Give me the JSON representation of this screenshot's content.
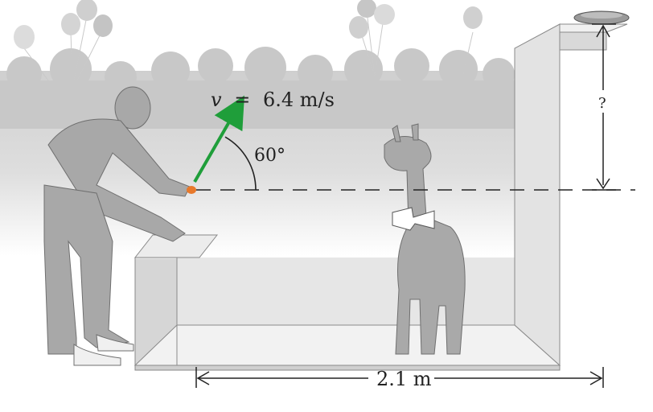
{
  "figure": {
    "velocity": {
      "symbol": "v",
      "equals": "=",
      "value": "6.4 m/s"
    },
    "angle": {
      "label": "60°",
      "degrees": 60
    },
    "height": {
      "label": "?"
    },
    "distance": {
      "label": "2.1 m"
    }
  },
  "colors": {
    "velocity_arrow": "#1f9e3a",
    "ball": "#e8792b",
    "crowd": "#cfcfcf",
    "box": "#bdbdbd",
    "person": "#a8a8a8",
    "giraffe": "#a9a9a9"
  }
}
